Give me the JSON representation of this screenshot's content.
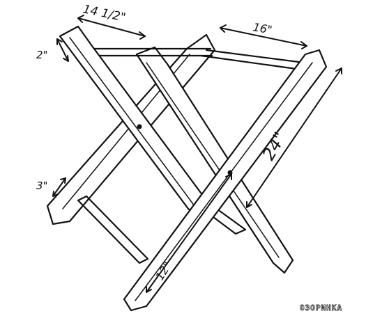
{
  "diagram": {
    "dimensions": {
      "width_top": "14 1/2\"",
      "thickness": "2\"",
      "back_width": "16\"",
      "leg_length": "24\"",
      "width_leg": "3\"",
      "pivot_height": "12\""
    },
    "watermark": "ОЗОРИНКА"
  }
}
